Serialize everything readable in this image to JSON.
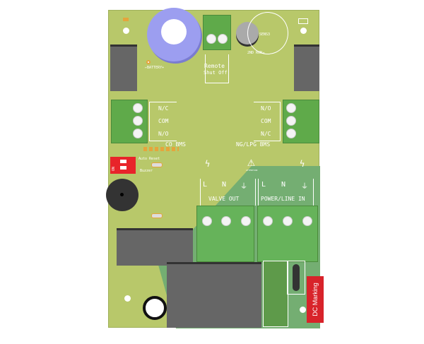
{
  "board": {
    "colors": {
      "board": "#b8c86a",
      "ground_zone": "#74ae72",
      "terminal": "#5faa4a",
      "relay": "#666666",
      "dc_marking": "#d8232a",
      "battery": "#9c9ef0"
    },
    "labels": {
      "battery": "←BATTERY+",
      "remote_line1": "Remote",
      "remote_line2": "Shut Off",
      "sensor": "SENS3",
      "second_run": "2ND RUN→",
      "co_bms": "CO BMS",
      "ng_lpg_bms": "NG/LPG BMS",
      "left_relay_pins": [
        "N/C",
        "COM",
        "N/O"
      ],
      "right_relay_pins": [
        "N/O",
        "COM",
        "N/C"
      ],
      "auto_reset": "Auto Reset",
      "buzzer": "Buzzer",
      "dip_on": "ON",
      "attention": "ATTENTION",
      "valve_out": "VALVE OUT",
      "power_line_in": "POWER/LINE IN",
      "valve_pins": [
        "L",
        "N",
        "⏚"
      ],
      "power_pins": [
        "L",
        "N",
        "⏚"
      ],
      "dc_marking": "DC Marking"
    }
  }
}
